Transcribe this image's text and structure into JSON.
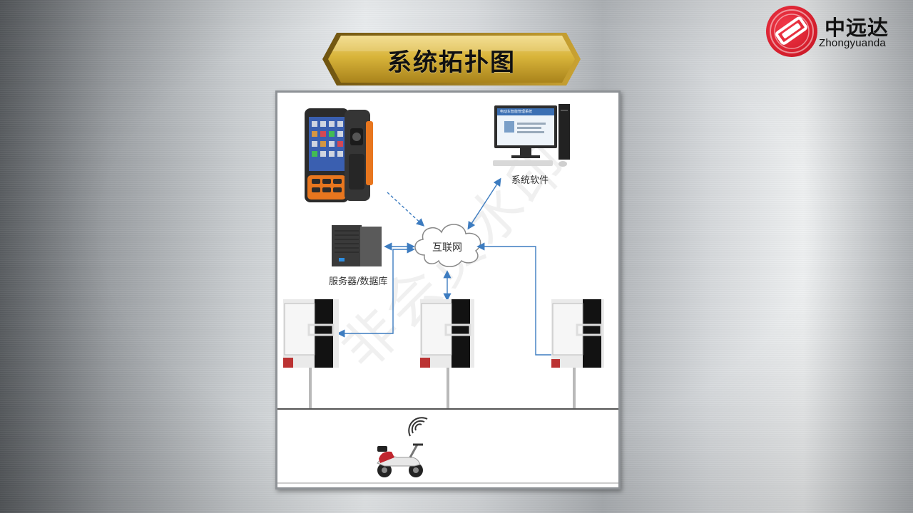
{
  "slide": {
    "title": "系统拓扑图"
  },
  "logo": {
    "name": "中远达",
    "subtitle": "Zhongyuanda"
  },
  "diagram": {
    "software_label": "系统软件",
    "monitor_screen_title": "电动车智能管理系统",
    "cloud_label": "互联网",
    "server_label": "服务器/数据库",
    "watermark": "非会员水印"
  },
  "colors": {
    "accent_red": "#d8202f",
    "banner_gold": "#d8b43a",
    "connector_blue": "#3d7cc0"
  }
}
